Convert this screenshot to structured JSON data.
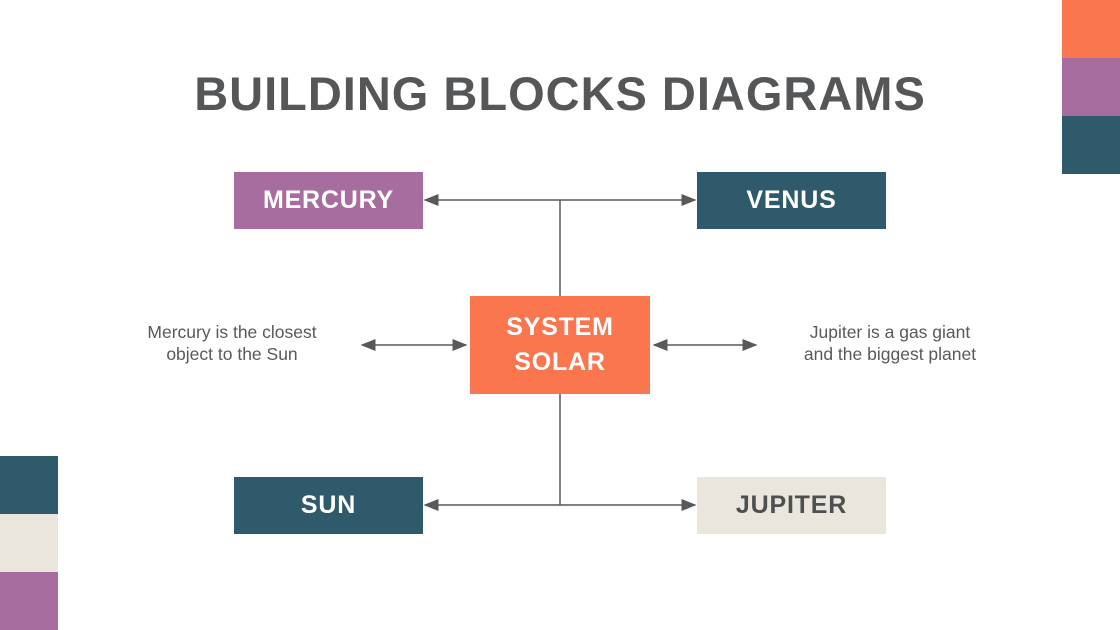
{
  "slide": {
    "title": "BUILDING BLOCKS DIAGRAMS"
  },
  "colors": {
    "orange": "#F9764E",
    "purple": "#A76D9E",
    "teal": "#2F5A6B",
    "cream": "#EAE6DD",
    "white": "#FFFFFF",
    "dark_text": "#4D4F51",
    "title_gray": "#555658",
    "connector": "#58595B"
  },
  "diagram": {
    "center": {
      "line1": "SYSTEM",
      "line2": "SOLAR"
    },
    "nodes": [
      {
        "id": "mercury",
        "label": "MERCURY"
      },
      {
        "id": "venus",
        "label": "VENUS"
      },
      {
        "id": "sun",
        "label": "SUN"
      },
      {
        "id": "jupiter",
        "label": "JUPITER"
      }
    ],
    "annotations": {
      "left_line1": "Mercury is the closest",
      "left_line2": "object to the Sun",
      "right_line1": "Jupiter is a gas giant",
      "right_line2": "and the biggest planet"
    }
  },
  "decor": {
    "top_right_swatches": [
      "orange",
      "purple",
      "teal"
    ],
    "bottom_left_swatches": [
      "teal",
      "cream",
      "purple"
    ]
  }
}
